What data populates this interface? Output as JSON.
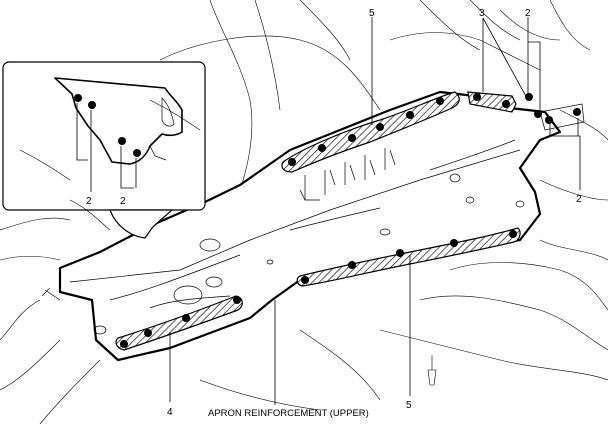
{
  "diagram": {
    "callouts": {
      "inset_left": "2",
      "inset_right": "2",
      "upper_right_2": "2",
      "far_right_2": "2",
      "upper_3": "3",
      "upper_5": "5",
      "lower_5": "5",
      "lower_4": "4"
    },
    "caption": "APRON REINFORCEMENT (UPPER)"
  },
  "colors": {
    "line": "#000000",
    "background": "#ffffff"
  }
}
